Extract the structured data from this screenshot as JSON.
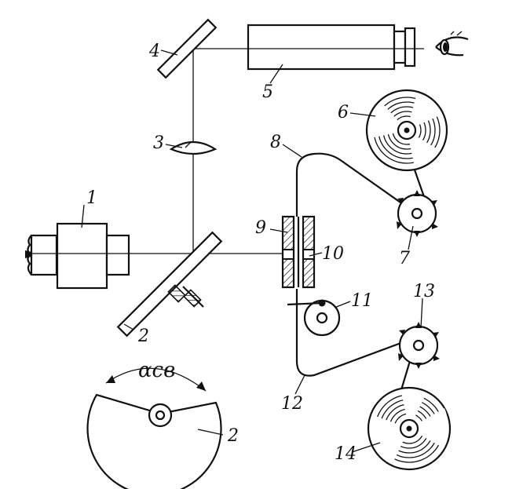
{
  "labels": {
    "l1": "1",
    "l2a": "2",
    "l2b": "2",
    "l3": "3",
    "l4": "4",
    "l5": "5",
    "l6": "6",
    "l7": "7",
    "l8": "8",
    "l9": "9",
    "l10": "10",
    "l11": "11",
    "l12": "12",
    "l13": "13",
    "l14": "14",
    "angle": "αсв"
  },
  "colors": {
    "ink": "#111111",
    "paper": "#ffffff"
  },
  "icons": {
    "observer": "eye-icon"
  }
}
